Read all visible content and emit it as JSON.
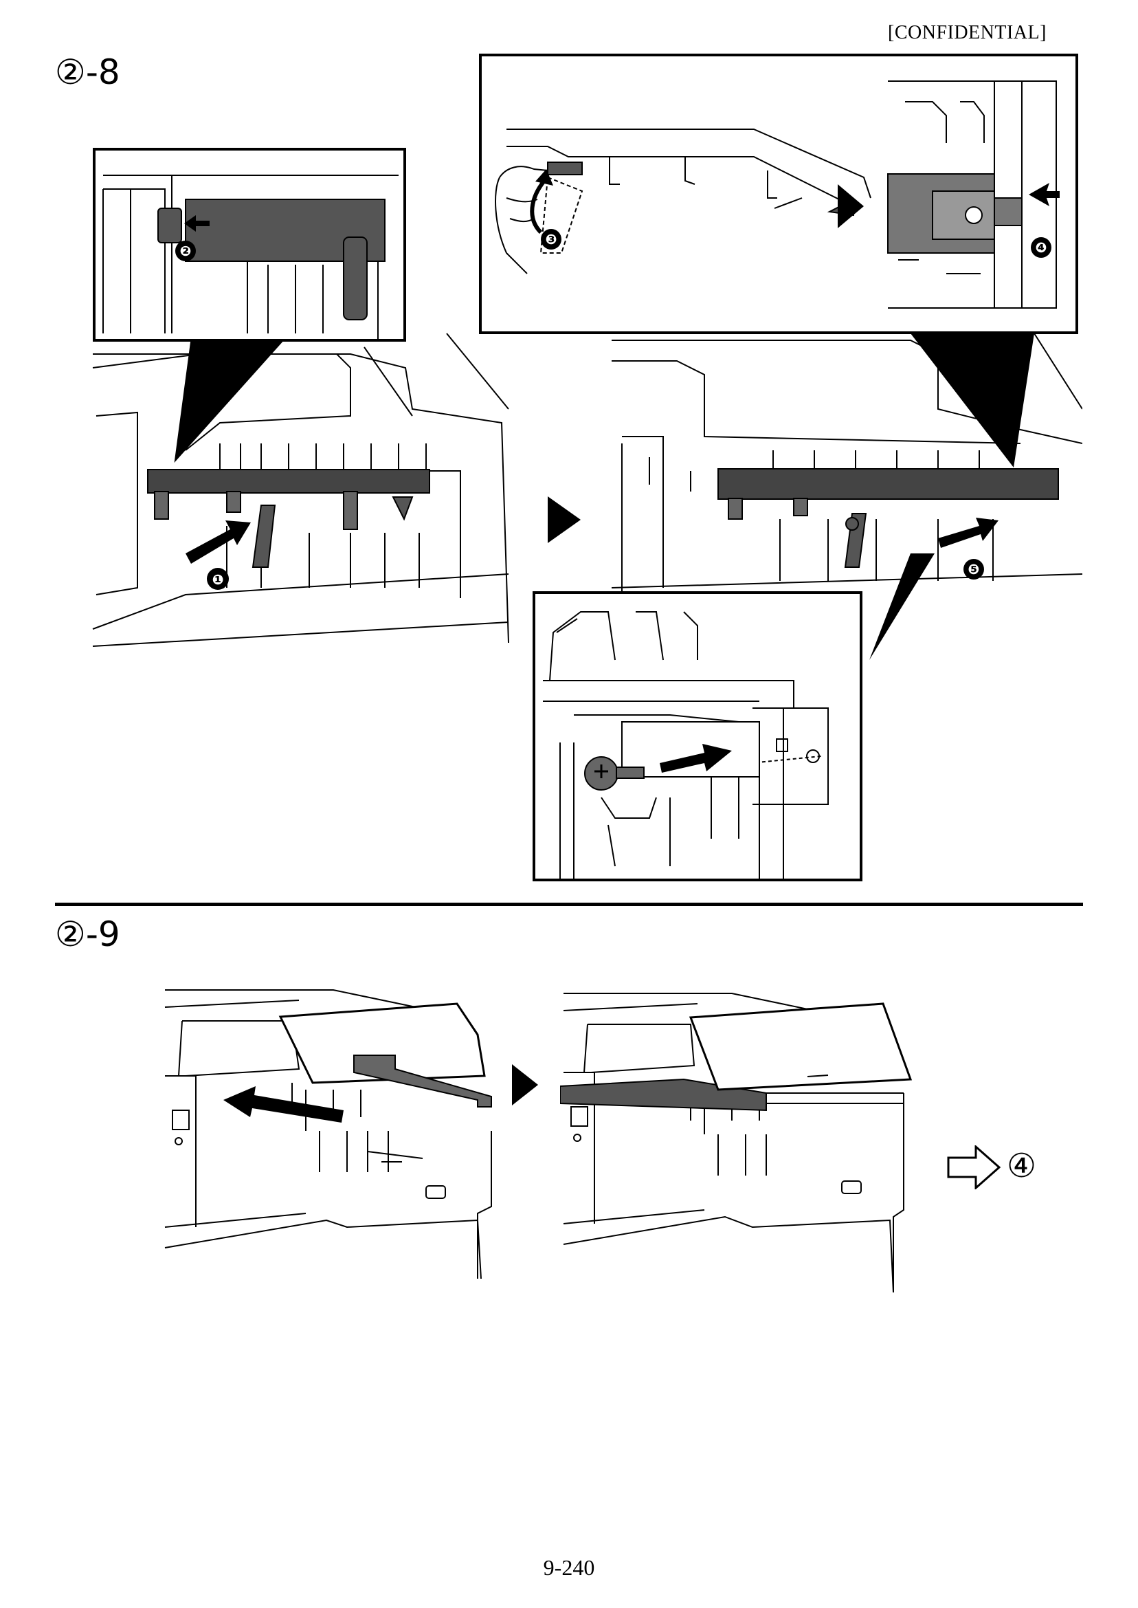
{
  "header": {
    "confidential": "[CONFIDENTIAL]"
  },
  "steps": [
    {
      "label": "②-8"
    },
    {
      "label": "②-9"
    }
  ],
  "callouts": [
    "❶",
    "❷",
    "❸",
    "❹",
    "❺"
  ],
  "next_step": {
    "label": "④"
  },
  "footer": {
    "page_number": "9-240"
  }
}
